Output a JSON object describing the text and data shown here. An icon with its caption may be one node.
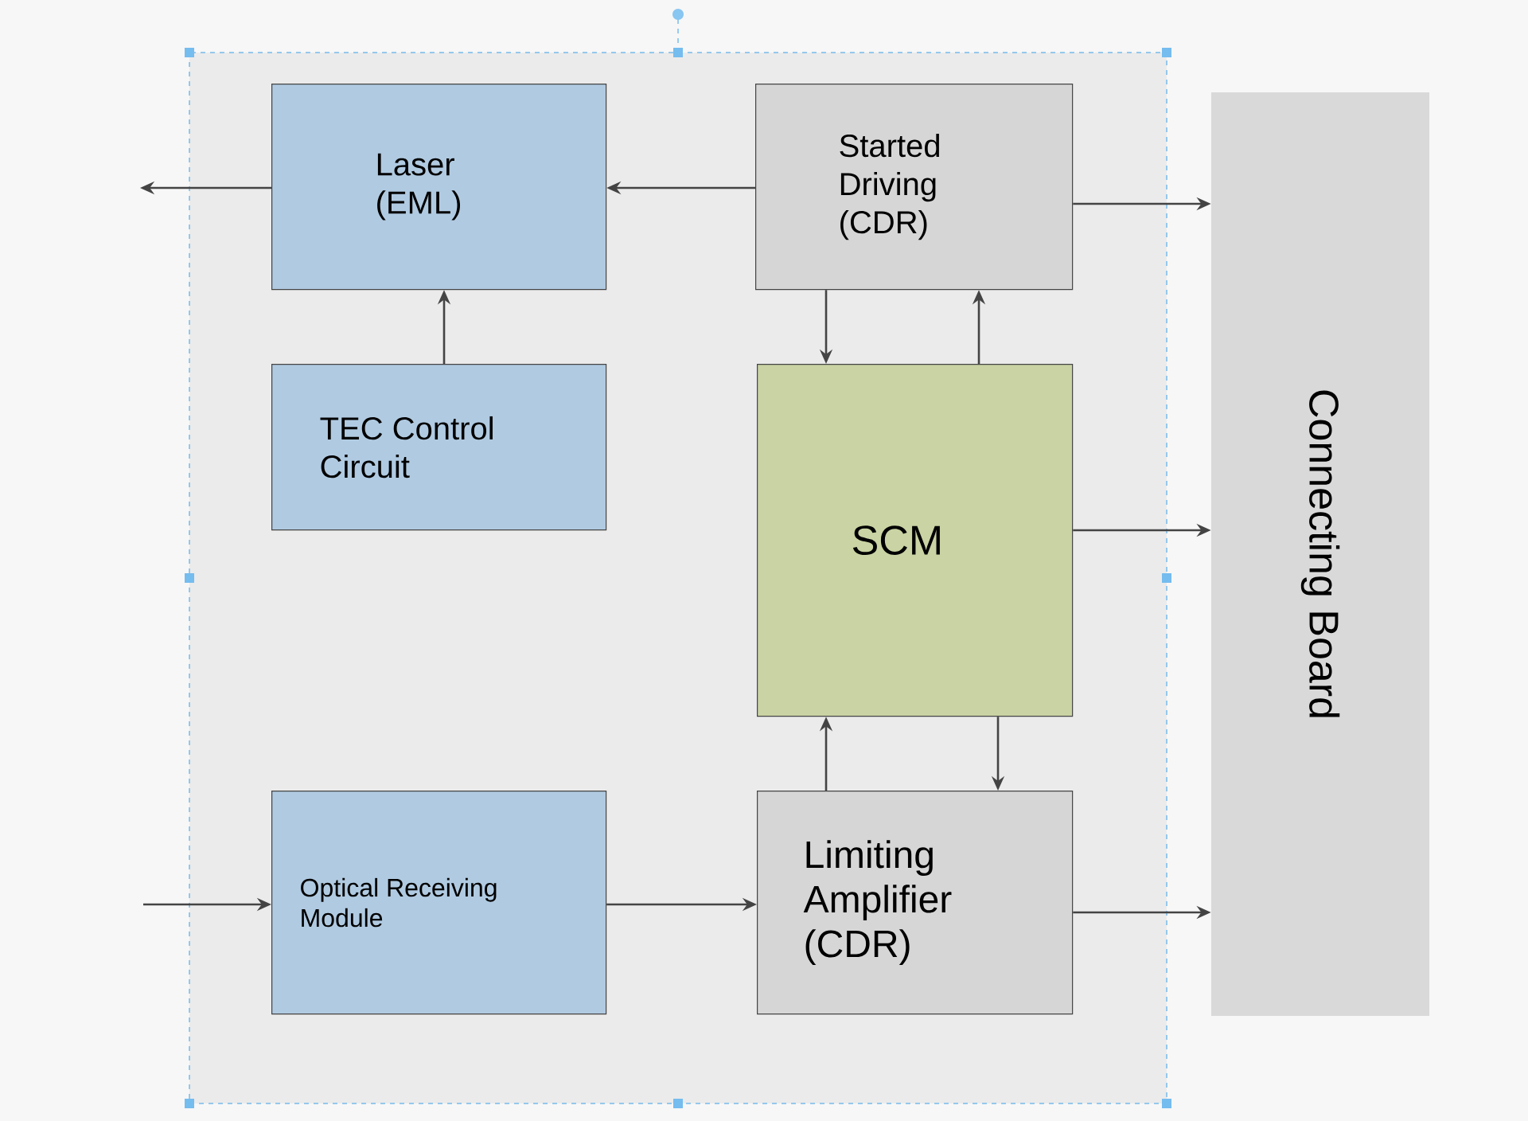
{
  "diagram": {
    "nodes": [
      {
        "text": [],
        "shape": "box"
      },
      {
        "text": [
          "Laser (EML)"
        ],
        "in": 0
      },
      {
        "text": [
          "Started Driving (CDR)"
        ],
        "in": 0
      },
      {
        "text": [
          "TEC Control Circuit"
        ],
        "in": 0
      },
      {
        "text": [
          "SCM"
        ],
        "in": 0
      },
      {
        "text": [
          "Optical Receiving Module"
        ],
        "in": 0
      },
      {
        "text": [
          "Limiting Amplifier (CDR)"
        ],
        "in": 0
      },
      {
        "text": [
          "Connecting Board"
        ]
      }
    ],
    "edges": [
      {
        "from": 1,
        "to": null,
        "arrow": "to"
      },
      {
        "from": 2,
        "to": 1,
        "arrow": "to"
      },
      {
        "from": 2,
        "to": 7,
        "arrow": "to"
      },
      {
        "from": 3,
        "to": 1,
        "arrow": "to"
      },
      {
        "from": 2,
        "to": 4,
        "arrow": "to"
      },
      {
        "from": 4,
        "to": 2,
        "arrow": "to"
      },
      {
        "from": 4,
        "to": 7,
        "arrow": "to"
      },
      {
        "from": 6,
        "to": 4,
        "arrow": "to"
      },
      {
        "from": 4,
        "to": 6,
        "arrow": "to"
      },
      {
        "from": null,
        "to": 5,
        "arrow": "to"
      },
      {
        "from": 5,
        "to": 6,
        "arrow": "to"
      },
      {
        "from": 6,
        "to": 7,
        "arrow": "to"
      }
    ]
  }
}
